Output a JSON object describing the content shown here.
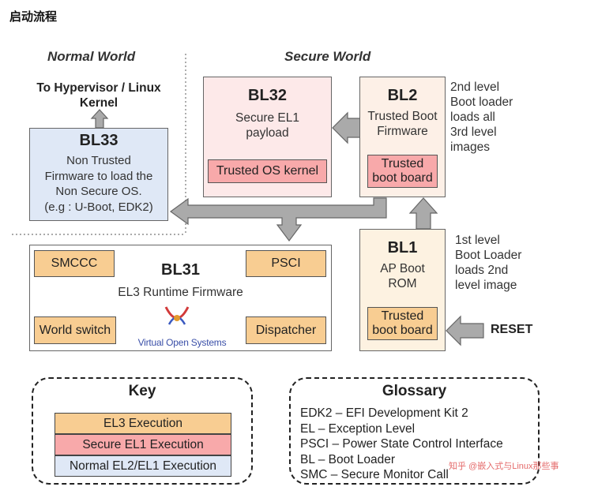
{
  "page_title": "启动流程",
  "worlds": {
    "normal": "Normal World",
    "secure": "Secure World"
  },
  "hypervisor_label": "To Hypervisor / Linux Kernel",
  "bl33": {
    "title": "BL33",
    "lines": [
      "Non Trusted",
      "Firmware to load the",
      "Non Secure OS.",
      "(e.g : U-Boot, EDK2)"
    ]
  },
  "bl32": {
    "title": "BL32",
    "lines": [
      "Secure EL1",
      "payload"
    ],
    "chip": "Trusted OS kernel"
  },
  "bl2": {
    "title": "BL2",
    "lines": [
      "Trusted Boot",
      "Firmware"
    ],
    "chip": [
      "Trusted",
      "boot board"
    ],
    "note": [
      "2nd level",
      "Boot loader",
      "loads all",
      "3rd level",
      "images"
    ]
  },
  "bl1": {
    "title": "BL1",
    "lines": [
      "AP Boot",
      "ROM"
    ],
    "chip": [
      "Trusted",
      "boot board"
    ],
    "note": [
      "1st level",
      "Boot Loader",
      "loads 2nd",
      "level image"
    ]
  },
  "bl31": {
    "title": "BL31",
    "subtitle": "EL3 Runtime Firmware",
    "chips": {
      "smccc": "SMCCC",
      "psci": "PSCI",
      "world_switch": "World switch",
      "dispatcher": "Dispatcher"
    },
    "logo_text": "Virtual Open Systems"
  },
  "reset_label": "RESET",
  "key": {
    "title": "Key",
    "rows": [
      "EL3 Execution",
      "Secure EL1 Execution",
      "Normal EL2/EL1 Execution"
    ]
  },
  "glossary": {
    "title": "Glossary",
    "lines": [
      "EDK2 – EFI Development Kit 2",
      "EL – Exception Level",
      "PSCI – Power State Control Interface",
      "BL – Boot Loader",
      "SMC – Secure Monitor Call"
    ]
  },
  "watermark": "知乎 @嵌入式与Linux那些事",
  "colors": {
    "el3": "#f8cd92",
    "secure_el1": "#f8a9aa",
    "normal": "#dfe8f6",
    "bl32_fill": "#fde9e9",
    "bl2_fill": "#fdf0e7",
    "bl1_fill": "#fdf2e1",
    "arrow": "#aaaaaa"
  }
}
